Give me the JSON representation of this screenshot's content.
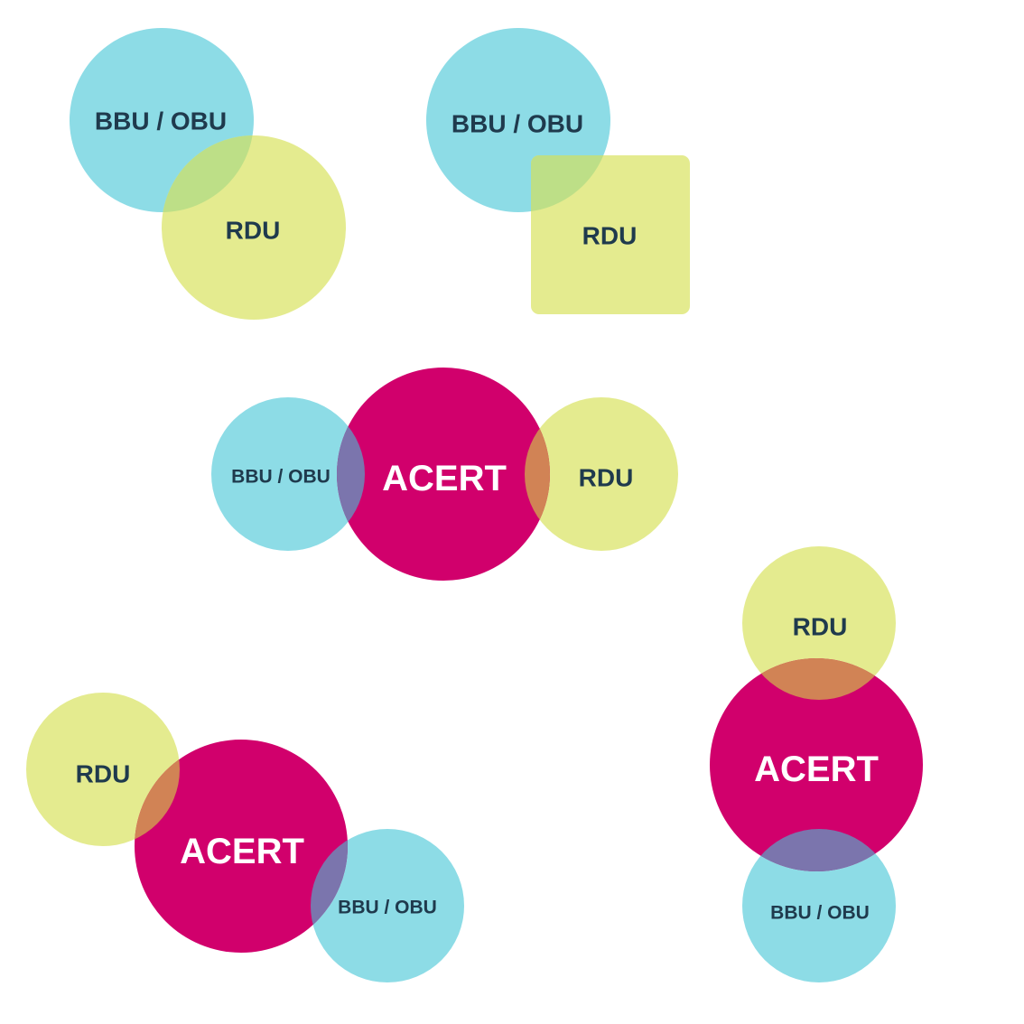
{
  "colors": {
    "bbu_obu": "#8ddce6",
    "rdu": "#e4eb8f",
    "acert": "#d1006c",
    "overlap_bbu_rdu": "#bddf87",
    "overlap_acert_bbu": "#7b75ad",
    "overlap_acert_rdu": "#d18355",
    "label_dark": "#1f3a4d",
    "label_light": "#ffffff"
  },
  "diagrams": [
    {
      "id": "d1",
      "labels": {
        "bbu": "BBU / OBU",
        "rdu": "RDU"
      }
    },
    {
      "id": "d2",
      "labels": {
        "bbu": "BBU / OBU",
        "rdu": "RDU"
      }
    },
    {
      "id": "d3",
      "labels": {
        "bbu": "BBU / OBU",
        "acert": "ACERT",
        "rdu": "RDU"
      }
    },
    {
      "id": "d4",
      "labels": {
        "rdu": "RDU",
        "acert": "ACERT",
        "bbu": "BBU / OBU"
      }
    },
    {
      "id": "d5",
      "labels": {
        "rdu": "RDU",
        "acert": "ACERT",
        "bbu": "BBU / OBU"
      }
    }
  ]
}
